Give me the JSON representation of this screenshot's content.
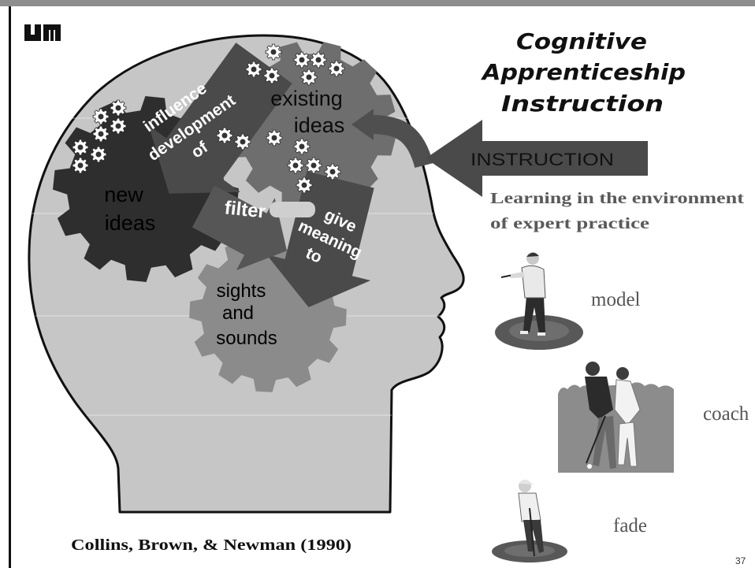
{
  "slide": {
    "logo_icon": "um-logo-icon",
    "title_lines": [
      "Cognitive",
      "Apprenticeship",
      "Instruction"
    ],
    "diagram": {
      "head_icon": "head-profile-icon",
      "influence_lines": [
        "influence",
        "development",
        "of"
      ],
      "existing_lines": [
        "existing",
        "ideas"
      ],
      "new_lines": [
        "new",
        "ideas"
      ],
      "filter_label": "filter",
      "give_meaning_lines": [
        "give",
        "meaning",
        "to"
      ],
      "sights_lines": [
        "sights",
        "and",
        "sounds"
      ],
      "instruction_label": "INSTRUCTION",
      "cog_icon": "cog-icon"
    },
    "learning_lines": [
      "Learning in the environment",
      "of expert practice"
    ],
    "stages": [
      {
        "label": "model",
        "icon": "golfer-model-icon"
      },
      {
        "label": "coach",
        "icon": "golfers-coach-icon"
      },
      {
        "label": "fade",
        "icon": "golfer-fade-icon"
      }
    ],
    "citation": "Collins, Brown, & Newman (1990)",
    "page_number": "37"
  },
  "colors": {
    "head_fill": "#c6c6c6",
    "new_ideas_gear": "#2e2e2e",
    "existing_ideas_gear": "#6e6e6e",
    "sights_gear": "#8b8b8b",
    "arrow_dark": "#4a4a4a",
    "arrow_mid": "#565656",
    "learning_text": "#5a5a5a"
  }
}
